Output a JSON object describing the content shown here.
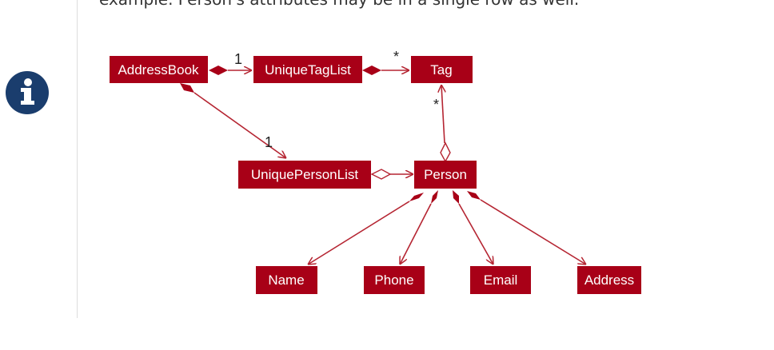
{
  "page": {
    "top_text": "example. Person's attributes may be in a single row as well."
  },
  "callout": {
    "icon": "info-icon"
  },
  "colors": {
    "node_fill": "#a80017",
    "edge_stroke": "#b52532",
    "icon_fill": "#1a3d6d"
  },
  "diagram": {
    "nodes": {
      "addressbook": "AddressBook",
      "uniquetaglist": "UniqueTagList",
      "tag": "Tag",
      "uniquepersonlist": "UniquePersonList",
      "person": "Person",
      "name": "Name",
      "phone": "Phone",
      "email": "Email",
      "address": "Address"
    },
    "multiplicities": {
      "taglist": "1",
      "tag_from_taglist": "*",
      "tag_from_person": "*",
      "personlist": "1"
    }
  }
}
